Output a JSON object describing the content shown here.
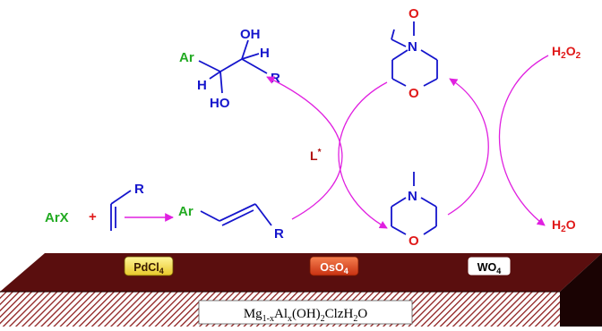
{
  "colors": {
    "magenta": "#E020E0",
    "green": "#22AA22",
    "blue": "#1515CC",
    "red": "#E01818",
    "dark_red": "#B01010",
    "slab_top": "#5A0E0E",
    "slab_front": "#A12A2A",
    "slab_side": "#1A0303",
    "label_yellow": "#F4E35A",
    "label_orange": "#E8501C"
  },
  "reagents": {
    "arx": "ArX",
    "plus": "+",
    "alkene_r": "R"
  },
  "heck_product": {
    "ar": "Ar",
    "r": "R"
  },
  "diol": {
    "ar": "Ar",
    "h_left": "H",
    "ho": "HO",
    "oh": "OH",
    "h_right": "H",
    "r": "R"
  },
  "catalyst_ligand": {
    "l": "L",
    "star": "*"
  },
  "nmo": {
    "top_o": "O",
    "n": "N",
    "ring_o": "O"
  },
  "nmm": {
    "n": "N",
    "ring_o": "O"
  },
  "oxidant": {
    "h2o2": {
      "h": "H",
      "sub": "2",
      "o": "O",
      "sub2": "2"
    },
    "h2o": {
      "h": "H",
      "sub": "2",
      "o": "O"
    }
  },
  "support": {
    "pdcl4": {
      "main": "PdCl",
      "sub": "4"
    },
    "oso4": {
      "main": "OsO",
      "sub": "4"
    },
    "wo4": {
      "main": "WO",
      "sub": "4"
    },
    "formula": {
      "mg": "Mg",
      "mg_sub": "1-x",
      "al": "Al",
      "al_sub": "x",
      "oh": "(OH)",
      "oh_sub": "2",
      "cl": "ClzH",
      "h_sub": "2",
      "o": "O"
    }
  }
}
